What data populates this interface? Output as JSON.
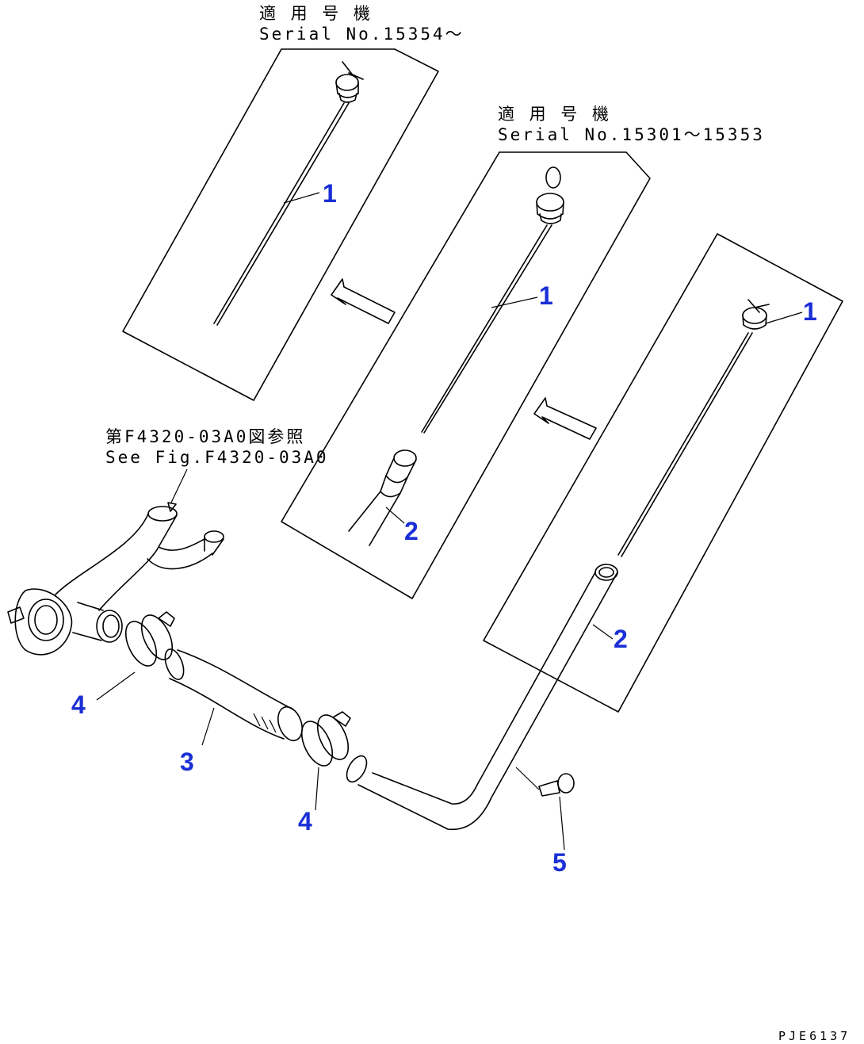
{
  "labels": {
    "serial_a_jp": "適 用 号 機",
    "serial_a": "Serial No.15354～",
    "serial_b_jp": "適 用 号 機",
    "serial_b": "Serial No.15301～15353",
    "see_fig_jp": "第F4320-03A0図参照",
    "see_fig": "See Fig.F4320-03A0",
    "drawing_code": "PJE6137"
  },
  "callouts": {
    "panel_a_1": "1",
    "panel_b_1": "1",
    "panel_b_2": "2",
    "panel_c_1": "1",
    "panel_c_2": "2",
    "part_3": "3",
    "part_4_left": "4",
    "part_4_right": "4",
    "part_5": "5"
  },
  "colors": {
    "callout": "#1a2fd6",
    "line": "#000000"
  }
}
